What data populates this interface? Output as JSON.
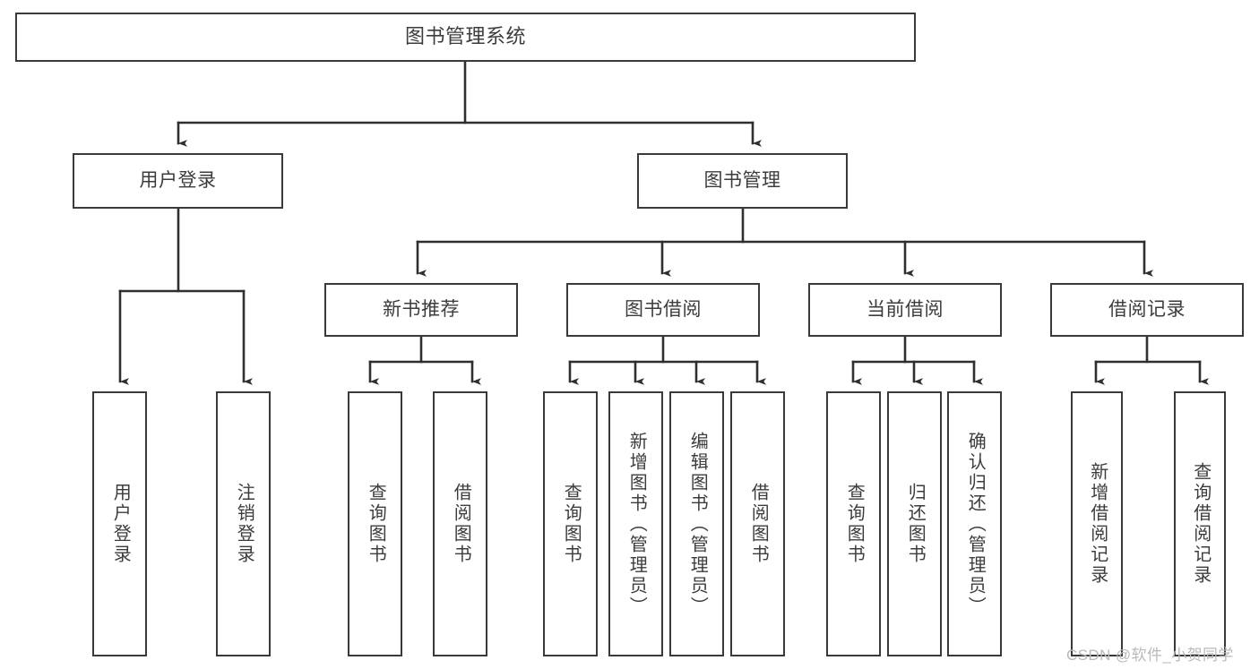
{
  "diagram": {
    "title": "图书管理系统",
    "type": "tree-hierarchy-chart",
    "background_color": "#ffffff",
    "box_border_color": "#3a3a3a",
    "text_color": "#3c3c3c",
    "connector_color": "#2f2f2f"
  },
  "nodes": {
    "root": {
      "label": "图书管理系统"
    },
    "level2": [
      {
        "label": "用户登录"
      },
      {
        "label": "图书管理"
      }
    ],
    "level3": [
      {
        "label": "新书推荐"
      },
      {
        "label": "图书借阅"
      },
      {
        "label": "当前借阅"
      },
      {
        "label": "借阅记录"
      }
    ],
    "leaves": {
      "user_login": [
        {
          "label": "用户登录"
        },
        {
          "label": "注销登录"
        }
      ],
      "new_book_recommend": [
        {
          "label": "查询图书"
        },
        {
          "label": "借阅图书"
        }
      ],
      "book_borrow": [
        {
          "label": "查询图书"
        },
        {
          "label": "新增图书（管理员）"
        },
        {
          "label": "编辑图书（管理员）"
        },
        {
          "label": "借阅图书"
        }
      ],
      "current_borrow": [
        {
          "label": "查询图书"
        },
        {
          "label": "归还图书"
        },
        {
          "label": "确认归还（管理员）"
        }
      ],
      "borrow_record": [
        {
          "label": "新增借阅记录"
        },
        {
          "label": "查询借阅记录"
        }
      ]
    }
  },
  "watermark": {
    "text": "CSDN @软件_小贺同学"
  }
}
